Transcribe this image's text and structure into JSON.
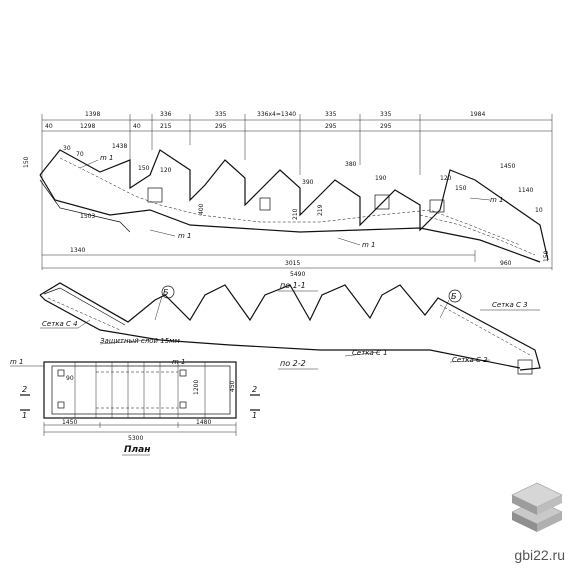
{
  "drawing": {
    "top_dims": [
      "1398",
      "1298",
      "40",
      "336",
      "215",
      "335",
      "295",
      "40",
      "336х4=1340",
      "335",
      "295",
      "335",
      "295",
      "1984"
    ],
    "inner_dims": [
      "30",
      "70",
      "1438",
      "120",
      "150",
      "380",
      "390",
      "190",
      "120",
      "150",
      "1450",
      "1140",
      "10"
    ],
    "vert_dims": [
      "150",
      "400",
      "210",
      "219",
      "150"
    ],
    "diag_dims": [
      "1503",
      "1340",
      "3015",
      "5490",
      "960"
    ],
    "marks": {
      "m1": "m 1"
    },
    "section_1": "по 1-1",
    "section_2": "по 2-2",
    "callout": "Б",
    "mesh_labels": {
      "c4": "Сетка С 4",
      "c3": "Сетка С 3",
      "c1": "Сетка С 1",
      "c2": "Сетка С 2"
    },
    "cover_layer": "Защитный слой 15мм",
    "plan_dims": [
      "1450",
      "1480",
      "5300",
      "1200",
      "450",
      "90"
    ],
    "plan_marks": [
      "2",
      "1",
      "2",
      "1"
    ],
    "plan_title": "План"
  },
  "watermark": "gbi22.ru"
}
